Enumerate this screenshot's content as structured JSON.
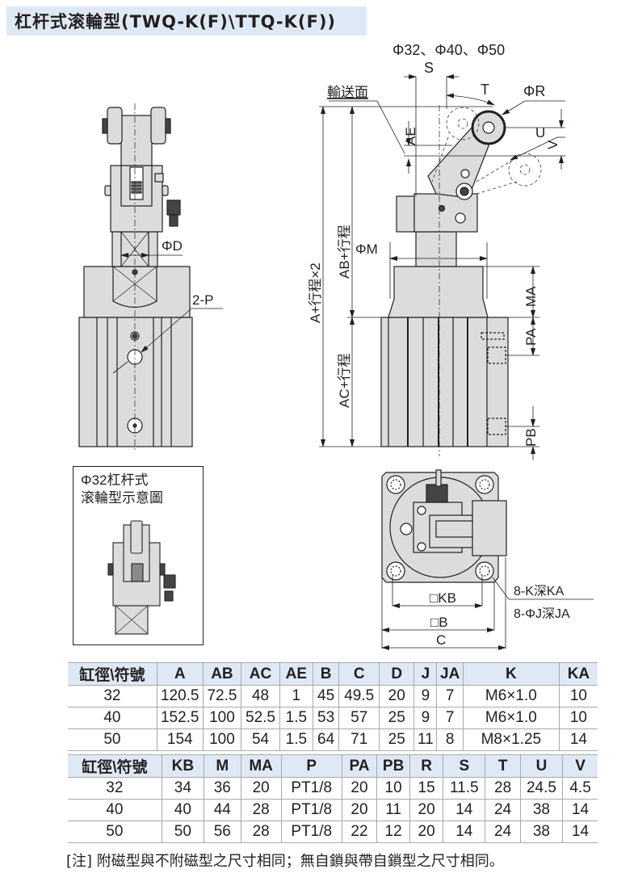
{
  "title": "杠杆式滚輪型(TWQ-K(F)\\TTQ-K(F))",
  "drawing": {
    "bore_sizes_label": "Φ32、Φ40、Φ50",
    "labels": {
      "conveying_surface": "輸送面",
      "S": "S",
      "T": "T",
      "phi_R": "ΦR",
      "AE": "AE",
      "U": "U",
      "V": "V",
      "A_stroke_x2": "A+行程×2",
      "AB_stroke": "AB+行程",
      "phi_M": "ΦM",
      "MA": "MA",
      "PA": "PA",
      "AC_stroke": "AC+行程",
      "PB": "PB",
      "phi_D": "ΦD",
      "two_P": "2-P",
      "KB": "□KB",
      "B": "□B",
      "C": "C",
      "K_depth": "8-K深KA",
      "J_depth": "8-ΦJ深JA"
    },
    "inset_caption_line1": "Φ32杠杆式",
    "inset_caption_line2": "滚輪型示意圖",
    "colors": {
      "body_fill": "#dcdcdd",
      "line": "#231f20",
      "header_bg": "#dfe9f5"
    }
  },
  "table1": {
    "headers": [
      "缸徑\\符號",
      "A",
      "AB",
      "AC",
      "AE",
      "B",
      "C",
      "D",
      "J",
      "JA",
      "K",
      "KA"
    ],
    "rows": [
      [
        "32",
        "120.5",
        "72.5",
        "48",
        "1",
        "45",
        "49.5",
        "20",
        "9",
        "7",
        "M6×1.0",
        "10"
      ],
      [
        "40",
        "152.5",
        "100",
        "52.5",
        "1.5",
        "53",
        "57",
        "25",
        "9",
        "7",
        "M6×1.0",
        "10"
      ],
      [
        "50",
        "154",
        "100",
        "54",
        "1.5",
        "64",
        "71",
        "25",
        "11",
        "8",
        "M8×1.25",
        "14"
      ]
    ]
  },
  "table2": {
    "headers": [
      "缸徑\\符號",
      "KB",
      "M",
      "MA",
      "P",
      "PA",
      "PB",
      "R",
      "S",
      "T",
      "U",
      "V"
    ],
    "rows": [
      [
        "32",
        "34",
        "36",
        "20",
        "PT1/8",
        "20",
        "10",
        "15",
        "11.5",
        "28",
        "24.5",
        "4.5"
      ],
      [
        "40",
        "40",
        "44",
        "28",
        "PT1/8",
        "20",
        "11",
        "20",
        "14",
        "24",
        "38",
        "14"
      ],
      [
        "50",
        "50",
        "56",
        "28",
        "PT1/8",
        "22",
        "12",
        "20",
        "14",
        "24",
        "38",
        "14"
      ]
    ]
  },
  "note": "[注] 附磁型與不附磁型之尺寸相同；無自鎖與帶自鎖型之尺寸相同。"
}
